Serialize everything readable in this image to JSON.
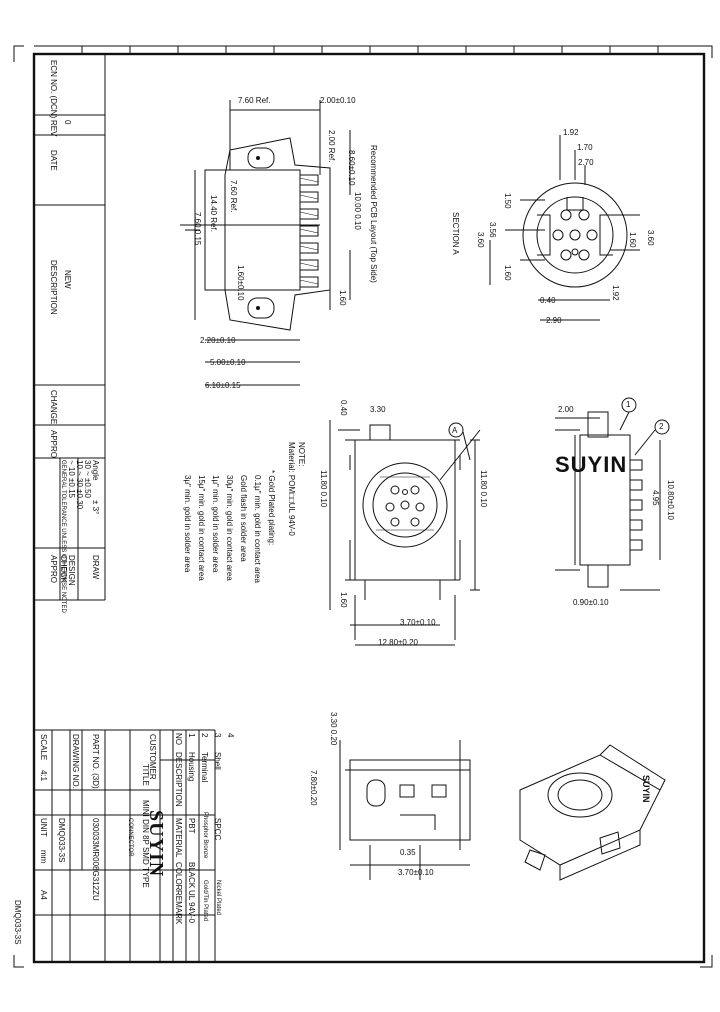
{
  "drawing_number": "DMQ033-3S",
  "revision_table": {
    "header": [
      "ECN NO. (DCN)",
      "REV",
      "DATE",
      "DESCRIPTION",
      "CHANGE",
      "APPRO"
    ],
    "first_row": {
      "rev": "0",
      "description": "NEW"
    }
  },
  "tolerance": {
    "angle_label": "Angle",
    "angle_value": "± 3°",
    "rows": [
      "30 ~ ±0.50",
      "10 ~ 30 ±0.30",
      "~ 10 ±0.15"
    ],
    "caption": "GENERAL TOLERANCE UNLESS OTHERWISE NOTED"
  },
  "signatures": {
    "draw": "DRAW",
    "design": "DESIGN",
    "check": "CHECK",
    "appro": "APPRO"
  },
  "notes": {
    "title": "NOTE:",
    "material": "Material: POM□□UL 94V-0",
    "items": [
      "* Gold Plated plating:",
      "0.1μ\" min. gold in contact area",
      "Gold flash in solder area",
      "30μ\" min. gold in contact area",
      "1μ\" min. gold in solder area",
      "15μ\" min. gold in contact area",
      "3μ\" min. gold in solder area"
    ]
  },
  "parts_table": {
    "header": [
      "NO",
      "DESCRIPTION",
      "MATERIAL",
      "COLOR",
      "REMARK"
    ],
    "rows": [
      {
        "no": "1",
        "desc": "Housing",
        "material": "PBT",
        "color": "BLACK",
        "remark": "UL 94V-0"
      },
      {
        "no": "2",
        "desc": "Terminal",
        "material": "Phosphor Bronze",
        "color": "",
        "remark": "Gold/Tin Plated"
      },
      {
        "no": "3",
        "desc": "Shell",
        "material": "SPCC",
        "color": "",
        "remark": "Nickel Plated"
      },
      {
        "no": "4",
        "desc": "",
        "material": "",
        "color": "",
        "remark": ""
      }
    ]
  },
  "title_block": {
    "customer_label": "CUSTOMER",
    "title_label": "TITLE",
    "title": "MINI DIN 8P SMD TYPE",
    "brand": "SUYIN",
    "brand_sub": "CONNECTOR",
    "part_no_label": "PART NO. (3D)",
    "part_no": "030033MR008G312ZU",
    "drawing_no_label": "DRAWING NO.",
    "scale_label": "SCALE",
    "scale": "4:1",
    "unit_label": "UNIT",
    "unit": "mm",
    "size": "A4"
  },
  "dims": {
    "pcb_layout_title": "Recommended PCB Layout (Top Side)",
    "pcb": [
      "7.60 Ref.",
      "2.00±0.10",
      "2.00 Ref.",
      "14.40 Ref.",
      "8.60±0.10",
      "1.60±0.10",
      "10.00 0.10",
      "7.60 0.15",
      "1.60",
      "2.20±0.10",
      "5.00±0.10",
      "6.10±0.15"
    ],
    "section_label": "SECTION A",
    "face": [
      "1.92",
      "1.70",
      "2.70",
      "1.50",
      "3.56",
      "3.60",
      "1.60",
      "1.60",
      "3.60",
      "0.40",
      "2.90",
      "1.92"
    ],
    "front": [
      "0.40",
      "3.30",
      "11.80 0.10",
      "1.60",
      "3.70±0.10",
      "12.80±0.20"
    ],
    "side": [
      "2.00",
      "0.90±0.10",
      "4.95",
      "10.80±0.10"
    ],
    "bottom": [
      "3.30 0.20",
      "7.80±0.20",
      "0.35",
      "3.70±0.10"
    ],
    "balloons": [
      "1",
      "2",
      "A"
    ]
  }
}
